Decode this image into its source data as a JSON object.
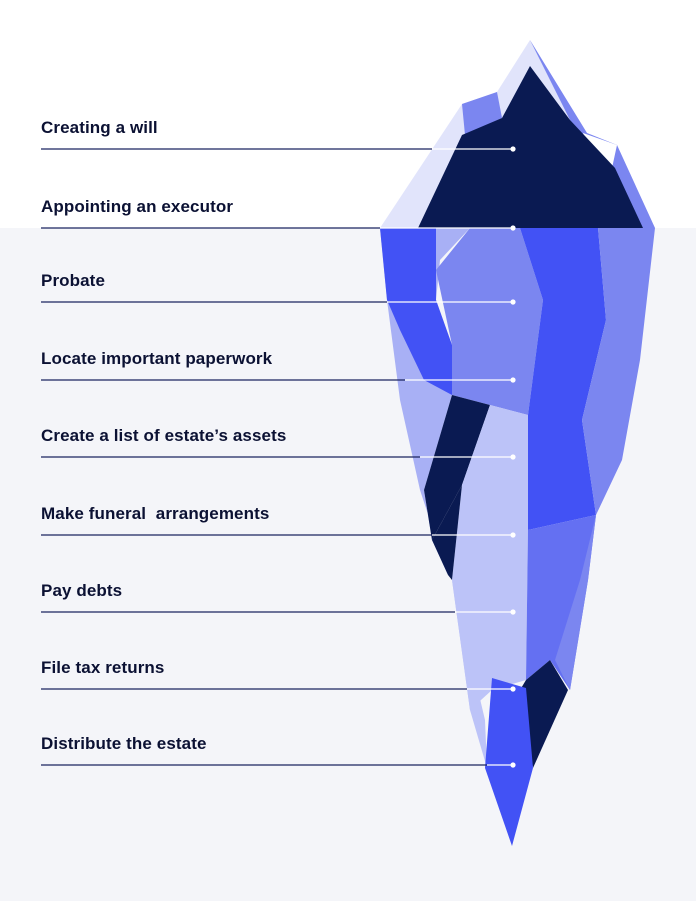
{
  "diagram": {
    "type": "iceberg",
    "items": [
      {
        "label": "Creating a will"
      },
      {
        "label": "Appointing an executor"
      },
      {
        "label": "Probate"
      },
      {
        "label": "Locate important paperwork"
      },
      {
        "label": "Create a list of estate’s assets"
      },
      {
        "label": "Make funeral  arrangements"
      },
      {
        "label": "Pay debts"
      },
      {
        "label": "File tax returns"
      },
      {
        "label": "Distribute the estate"
      }
    ],
    "colors": {
      "navy": "#0a1a52",
      "blue": "#4252f5",
      "periwinkle": "#7b86f0",
      "lavender": "#a8b0f5",
      "pale": "#bcc3f8",
      "ice": "#e1e4fb",
      "water": "#f4f5f9",
      "line": "#1a2460",
      "text": "#0b1133"
    }
  }
}
